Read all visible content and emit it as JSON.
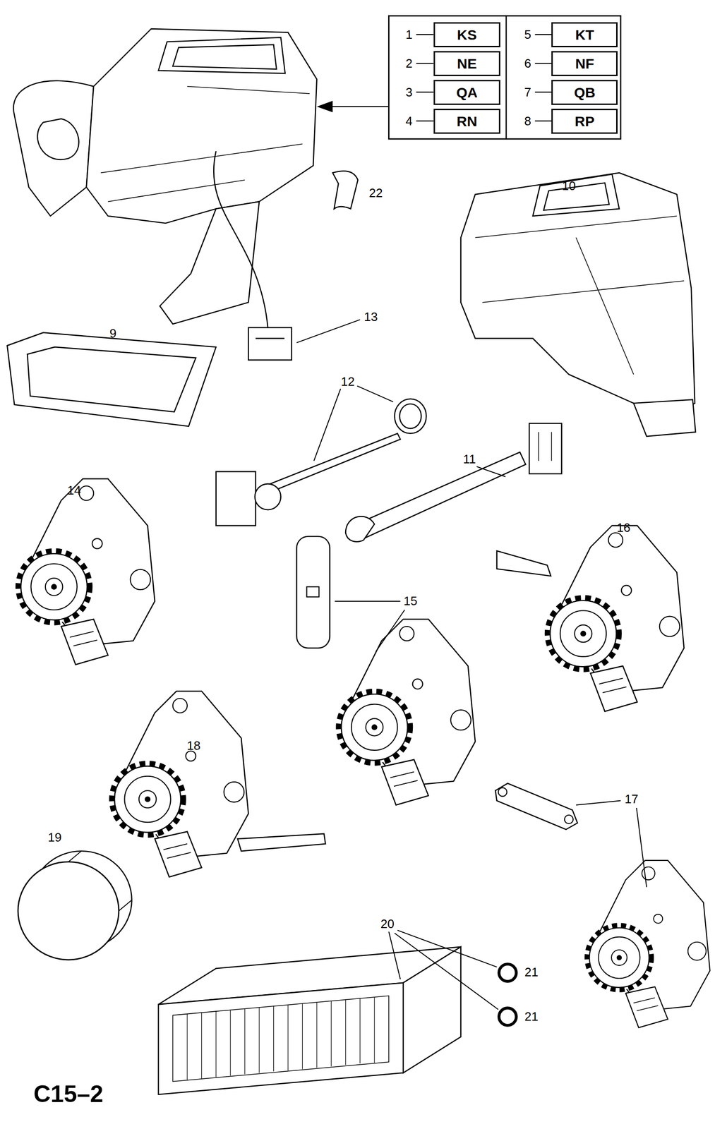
{
  "diagram": {
    "nodes": [
      {
        "text": [
          "KS"
        ]
      },
      {
        "text": [
          "KT"
        ]
      },
      {
        "text": [
          "NE"
        ]
      },
      {
        "text": [
          "NF"
        ]
      },
      {
        "text": [
          "QA"
        ]
      },
      {
        "text": [
          "QB"
        ]
      },
      {
        "text": [
          "RN"
        ]
      },
      {
        "text": [
          "RP"
        ]
      }
    ],
    "labels": [
      "1",
      "5",
      "2",
      "6",
      "3",
      "7",
      "4",
      "8",
      "10",
      "22",
      "13",
      "9",
      "12",
      "11",
      "14",
      "16",
      "15",
      "18",
      "17",
      "19",
      "20",
      "21",
      "21",
      "C15–2"
    ]
  }
}
